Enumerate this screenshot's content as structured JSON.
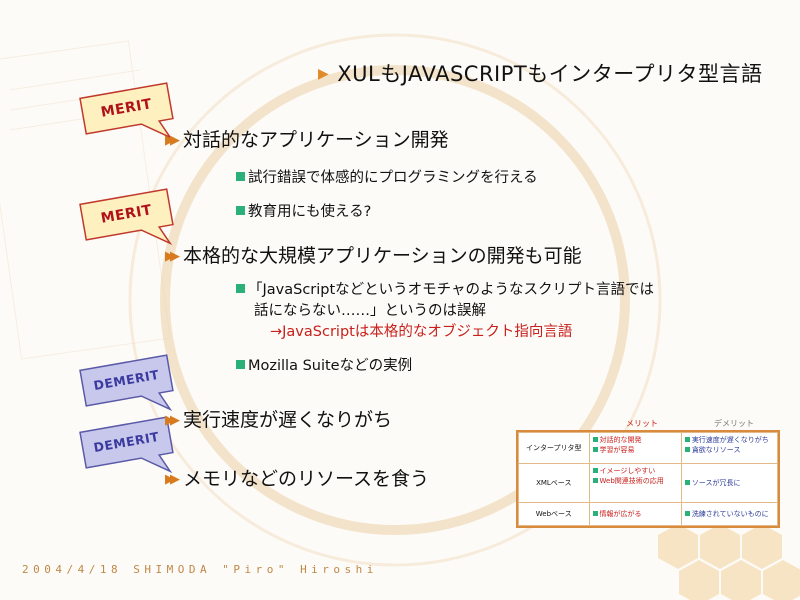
{
  "slide": {
    "title": "XULもJAVASCRIPTもインタープリタ型言語",
    "footer": "2004/4/18 SHIMODA \"Piro\" Hiroshi"
  },
  "badges": {
    "merit1": "MERIT",
    "merit2": "MERIT",
    "demerit1": "DEMERIT",
    "demerit2": "DEMERIT"
  },
  "points": [
    {
      "text": "対話的なアプリケーション開発"
    },
    {
      "text": "本格的な大規模アプリケーションの開発も可能"
    },
    {
      "text": "実行速度が遅くなりがち"
    },
    {
      "text": "メモリなどのリソースを食う"
    }
  ],
  "subpoints": {
    "p1_a": "試行錯誤で体感的にプログラミングを行える",
    "p1_b": "教育用にも使える?",
    "p2_a_line1": "「JavaScriptなどというオモチャのようなスクリプト言語では",
    "p2_a_line2": "話にならない……」というのは誤解",
    "p2_a_line3": "→JavaScriptは本格的なオブジェクト指向言語",
    "p2_b": "Mozilla Suiteなどの実例"
  },
  "mini_table": {
    "col_merit": "メリット",
    "col_demerit": "デメリット",
    "rows": [
      {
        "label": "インタープリタ型",
        "merit": [
          "対話的な開発",
          "学習が容易"
        ],
        "demerit": [
          "実行速度が遅くなりがち",
          "貪欲なリソース"
        ]
      },
      {
        "label": "XMLベース",
        "merit": [
          "イメージしやすい",
          "Web関連技術の応用"
        ],
        "demerit": [
          "ソースが冗長に"
        ]
      },
      {
        "label": "Webベース",
        "merit": [
          "情報が広がる"
        ],
        "demerit": [
          "洗練されていないものに"
        ]
      }
    ]
  },
  "colors": {
    "accent": "#e08a2a",
    "bullet": "#2bb07a",
    "emphasis": "#c8201c",
    "merit_bubble": "#fff0c0",
    "demerit_bubble": "#c8c8ec"
  }
}
